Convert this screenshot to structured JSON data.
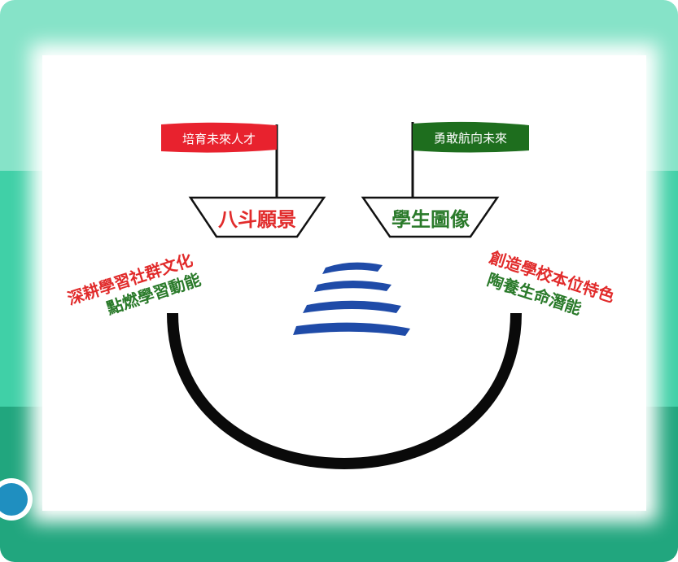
{
  "colors": {
    "red_flag": "#e8222e",
    "green_flag": "#1e6e1e",
    "red_text": "#e12b2b",
    "green_text": "#2a7a2a",
    "wave_blue": "#1f4ba8",
    "frame_light": "#86e3c8",
    "frame_mid": "#40d0a7",
    "frame_dark": "#21a67e"
  },
  "flags": {
    "left_flag": "培育未來人才",
    "right_flag": "勇敢航向未來"
  },
  "boats": {
    "left_boat": "八斗願景",
    "right_boat": "學生圖像"
  },
  "left_text": {
    "line1": "深耕學習社群文化",
    "line2": "點燃學習動能"
  },
  "right_text": {
    "line1": "創造學校本位特色",
    "line2": "陶養生命潛能"
  },
  "icons": {
    "center_logo": "wave-logo-icon",
    "side_control": "speaker-icon"
  }
}
